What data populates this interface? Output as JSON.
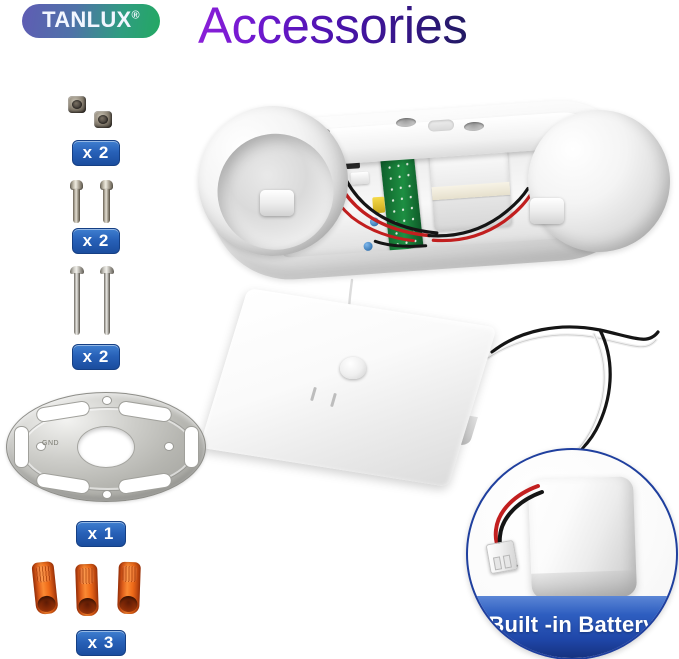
{
  "header": {
    "brand": "TANLUX",
    "brand_trademark": "®",
    "title": "Accessories"
  },
  "colors": {
    "badge_blue": "#1b4d9e",
    "banner_blue": "#1f46a8",
    "title_gradient_start": "#8b1fd8",
    "title_gradient_end": "#221a63",
    "logo_gradient_start": "#5f5cb4",
    "logo_gradient_end": "#23a862",
    "wire_red": "#c21f1f",
    "wire_black": "#151515",
    "wire_white": "#f2f2f2",
    "pcb_green": "#1d8f42",
    "wire_nut_orange": "#ef6b19",
    "background": "#ffffff"
  },
  "accessories": [
    {
      "name": "keps-nuts",
      "qty_label": "x 2"
    },
    {
      "name": "short-screws",
      "qty_label": "x 2"
    },
    {
      "name": "long-screws",
      "qty_label": "x 2"
    },
    {
      "name": "mounting-bracket",
      "qty_label": "x 1",
      "plate_marking": "GND"
    },
    {
      "name": "wire-nuts",
      "qty_label": "x 3"
    }
  ],
  "callout": {
    "label": "Built -in Battery"
  },
  "product": {
    "fixture_name": "twin-head-emergency-light",
    "backplate_name": "junction-box-cover",
    "battery_name": "rechargeable-battery-pack"
  }
}
